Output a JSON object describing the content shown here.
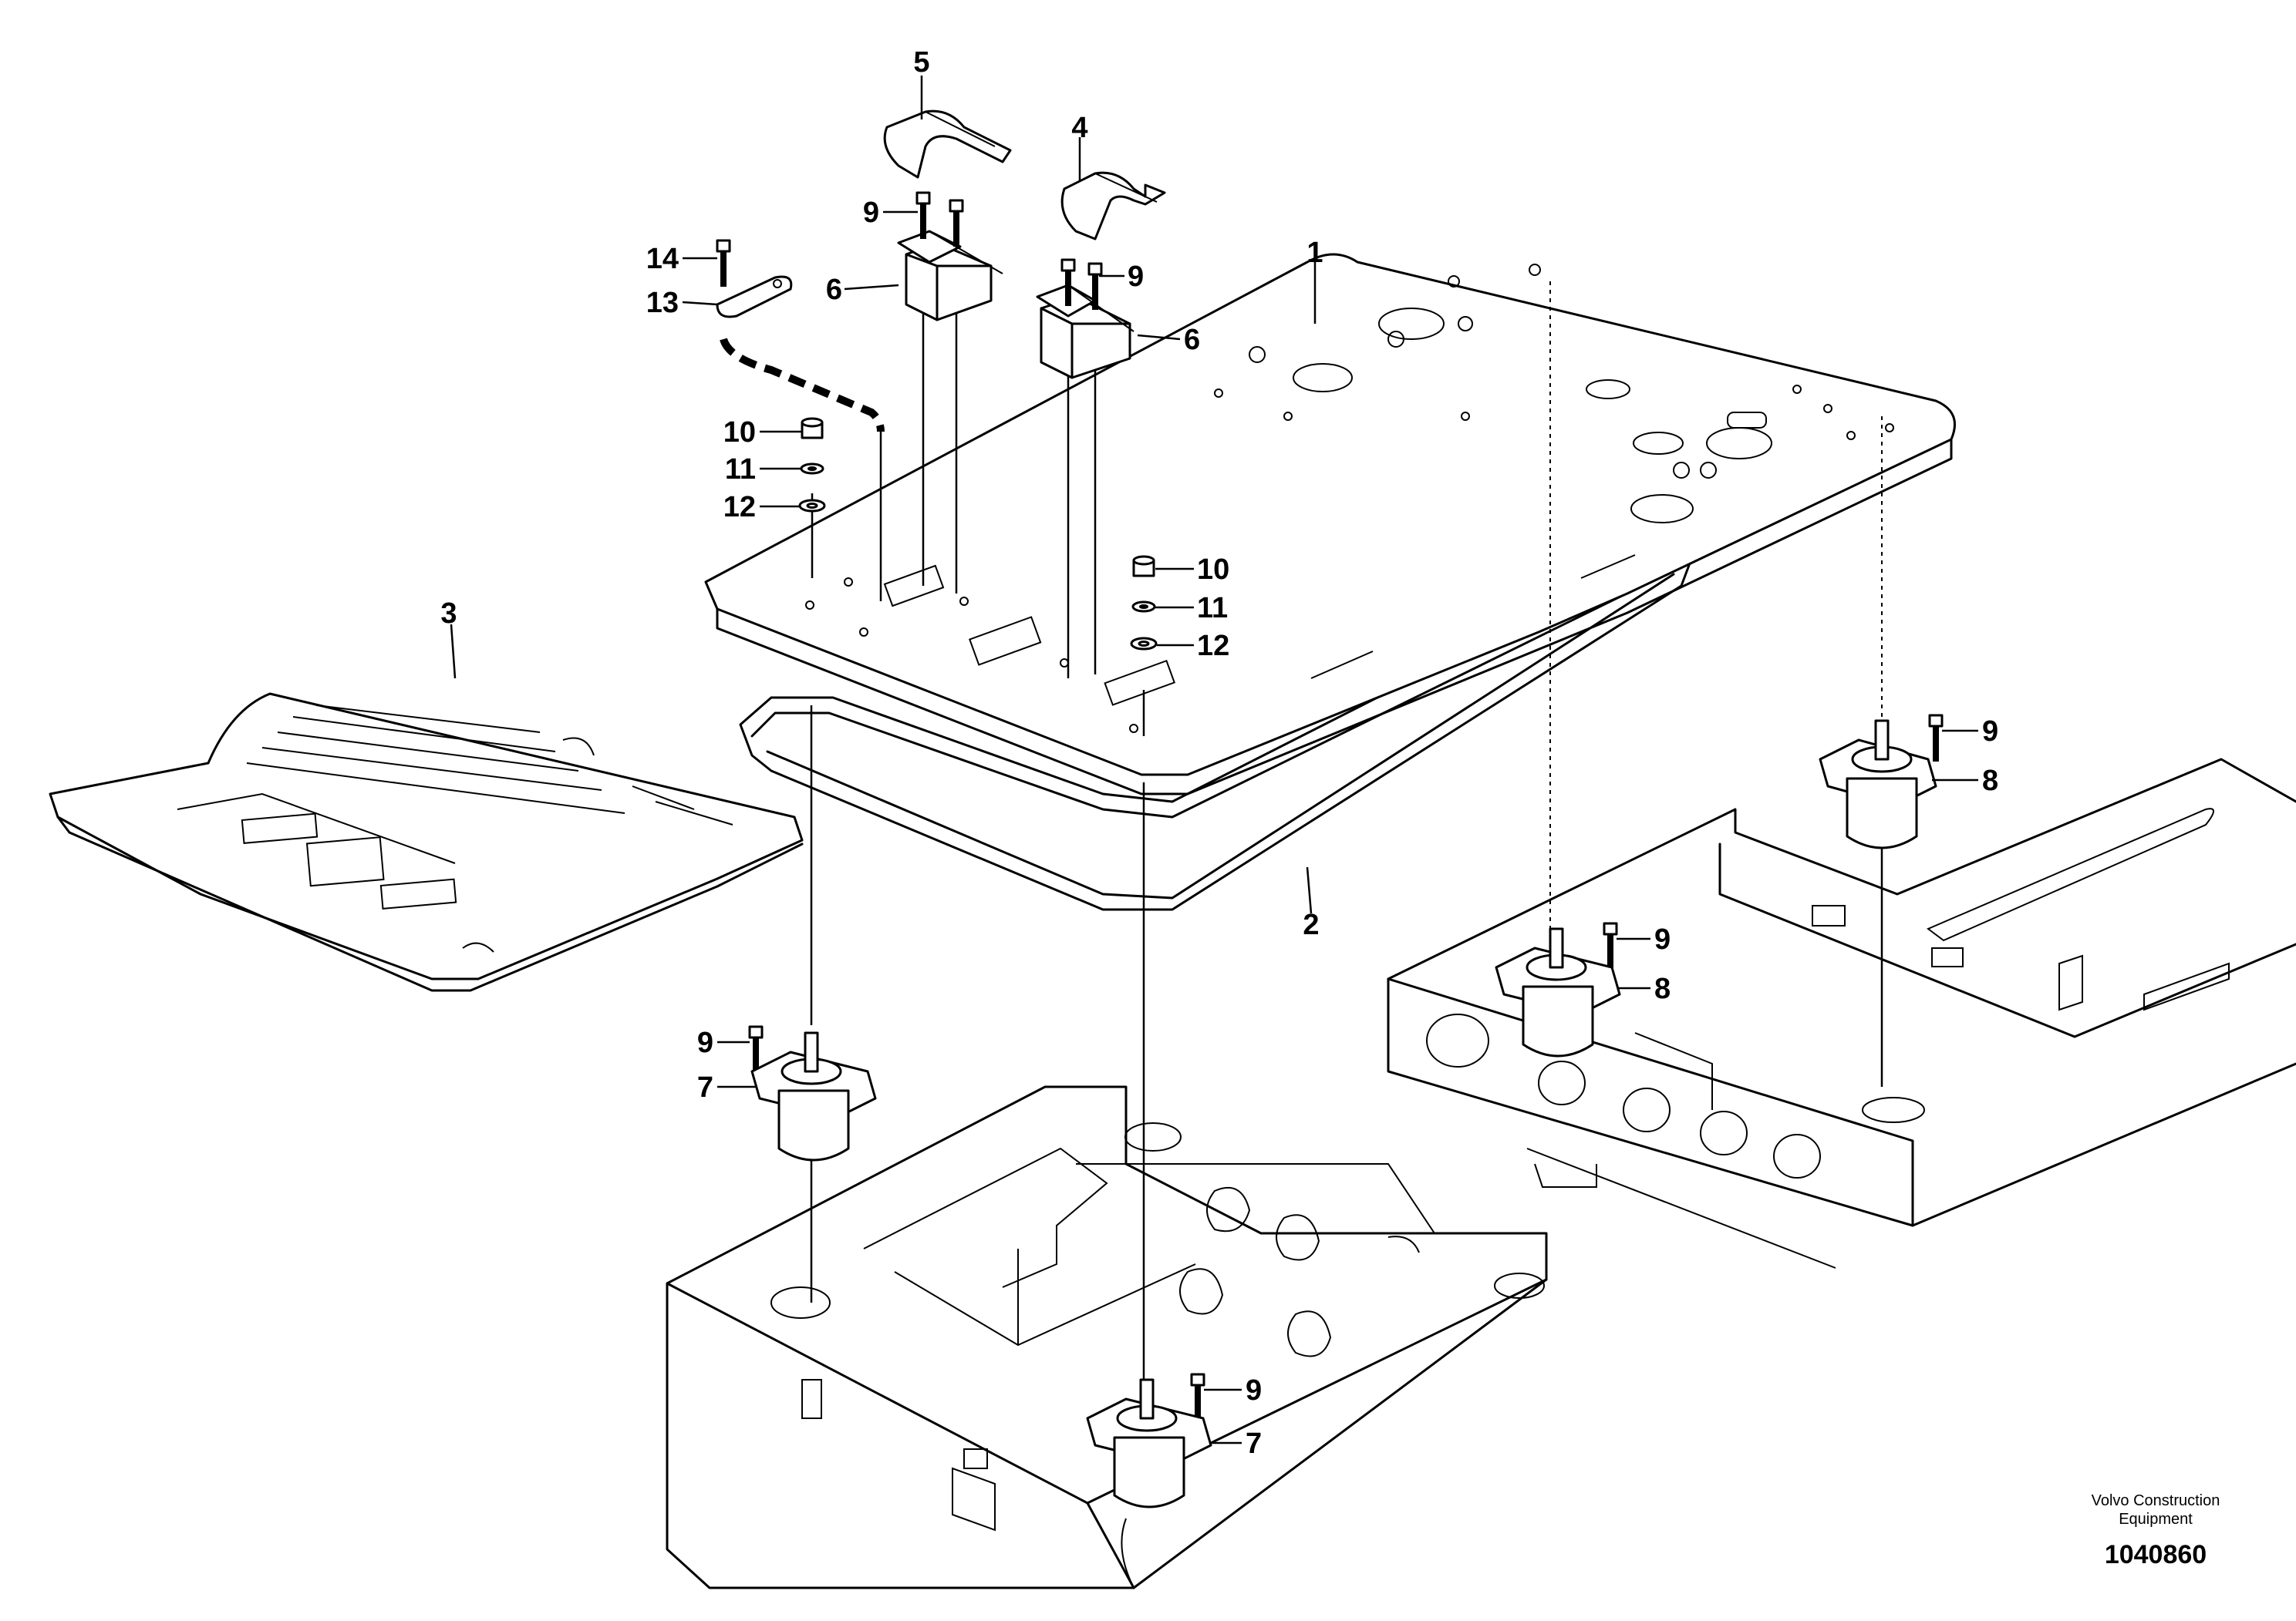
{
  "callouts": {
    "c1": "1",
    "c2": "2",
    "c3": "3",
    "c4": "4",
    "c5": "5",
    "c6a": "6",
    "c6b": "6",
    "c7a": "7",
    "c7b": "7",
    "c8a": "8",
    "c8b": "8",
    "c9a": "9",
    "c9b": "9",
    "c9c": "9",
    "c9d": "9",
    "c9e": "9",
    "c9f": "9",
    "c10a": "10",
    "c10b": "10",
    "c11a": "11",
    "c11b": "11",
    "c12a": "12",
    "c12b": "12",
    "c13": "13",
    "c14": "14"
  },
  "footer": {
    "brand_line1": "Volvo Construction",
    "brand_line2": "Equipment",
    "document_number": "1040860"
  }
}
